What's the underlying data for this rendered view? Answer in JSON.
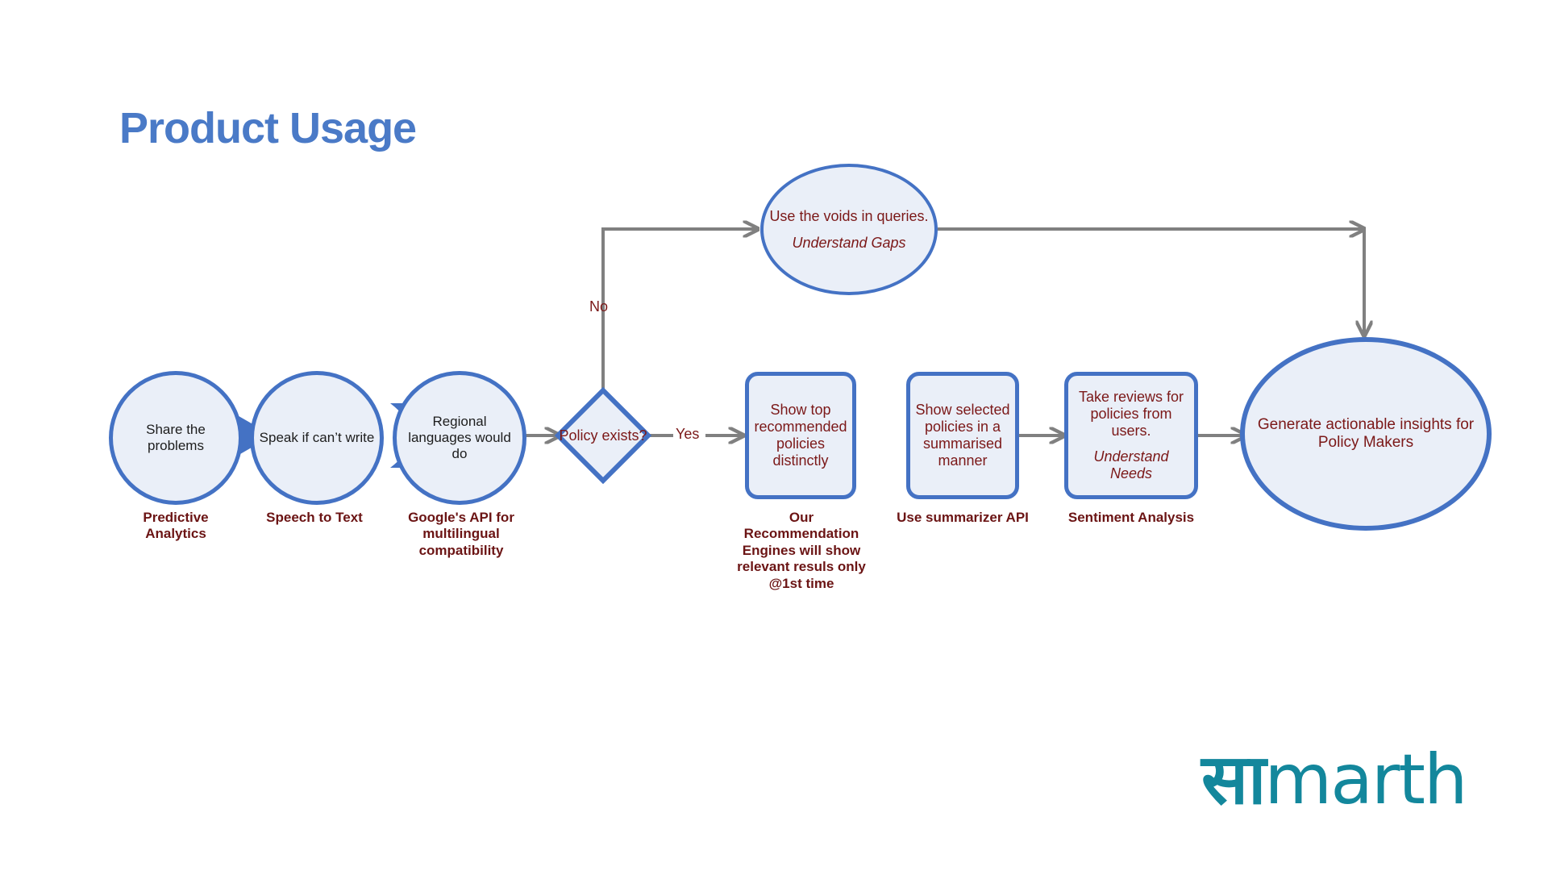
{
  "slide": {
    "title": "Product Usage",
    "logo_text_devanagari": "सा",
    "logo_text_latin": "marth",
    "colors": {
      "title_blue": "#4a7ac7",
      "node_border_blue": "#4472c4",
      "node_fill": "#eaeff8",
      "text_dark_red": "#7b1818",
      "caption_red": "#6b1414",
      "arrow_gray": "#808080",
      "logo_teal": "#13879c",
      "chevron_blue": "#4472c4"
    }
  },
  "nodes": {
    "circle1": {
      "text": "Share the problems",
      "caption": "Predictive Analytics"
    },
    "circle2": {
      "text": "Speak if can’t write",
      "caption": "Speech to Text"
    },
    "circle3": {
      "text": "Regional languages would do",
      "caption": "Google's API for multilingual compatibility"
    },
    "decision": {
      "text": "Policy exists?"
    },
    "gaps_ellipse": {
      "text": "Use the voids in queries.",
      "subtitle": "Understand Gaps"
    },
    "recommend_box": {
      "text": "Show top recommended policies distinctly",
      "caption": "Our Recommendation Engines will show relevant resuls only @1st time"
    },
    "summarise_box": {
      "text": "Show selected policies in a summarised manner",
      "caption": "Use summarizer API"
    },
    "reviews_box": {
      "text": "Take reviews for policies from users.",
      "subtitle": "Understand Needs",
      "caption": "Sentiment Analysis"
    },
    "insights_ellipse": {
      "text": "Generate actionable insights for Policy Makers"
    }
  },
  "edges": {
    "no_label": "No",
    "yes_label": "Yes"
  }
}
